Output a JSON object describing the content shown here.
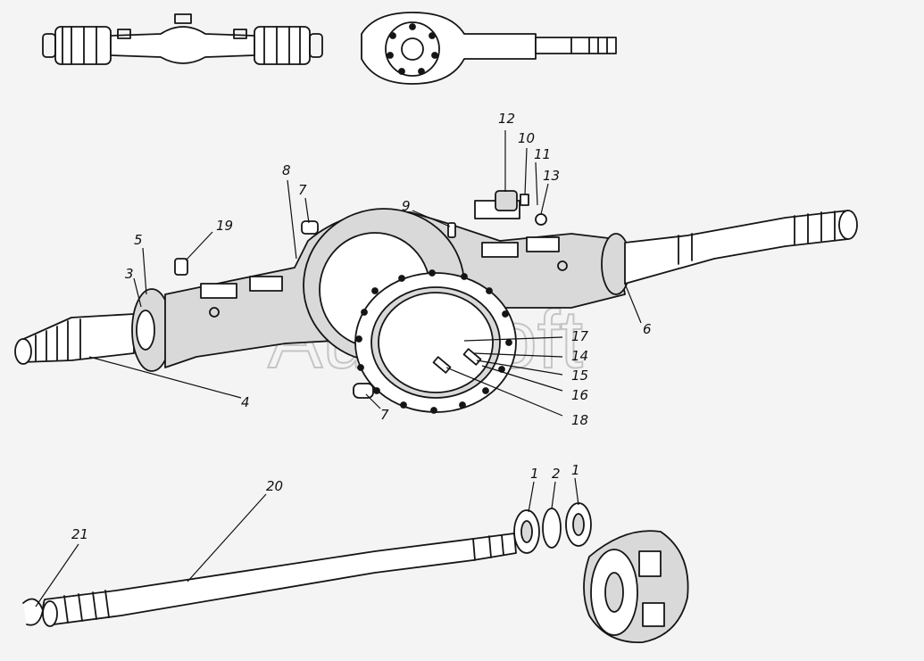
{
  "diagram": {
    "watermark": "AutoSoft",
    "labels": [
      {
        "id": "12",
        "text": "12"
      },
      {
        "id": "10",
        "text": "10"
      },
      {
        "id": "11",
        "text": "11"
      },
      {
        "id": "13",
        "text": "13"
      },
      {
        "id": "8",
        "text": "8"
      },
      {
        "id": "7a",
        "text": "7"
      },
      {
        "id": "9",
        "text": "9"
      },
      {
        "id": "19",
        "text": "19"
      },
      {
        "id": "5",
        "text": "5"
      },
      {
        "id": "3",
        "text": "3"
      },
      {
        "id": "6",
        "text": "6"
      },
      {
        "id": "17",
        "text": "17"
      },
      {
        "id": "14",
        "text": "14"
      },
      {
        "id": "15",
        "text": "15"
      },
      {
        "id": "16",
        "text": "16"
      },
      {
        "id": "18",
        "text": "18"
      },
      {
        "id": "4",
        "text": "4"
      },
      {
        "id": "7b",
        "text": "7"
      },
      {
        "id": "20",
        "text": "20"
      },
      {
        "id": "21",
        "text": "21"
      },
      {
        "id": "1a",
        "text": "1"
      },
      {
        "id": "2",
        "text": "2"
      },
      {
        "id": "1b",
        "text": "1"
      }
    ]
  }
}
